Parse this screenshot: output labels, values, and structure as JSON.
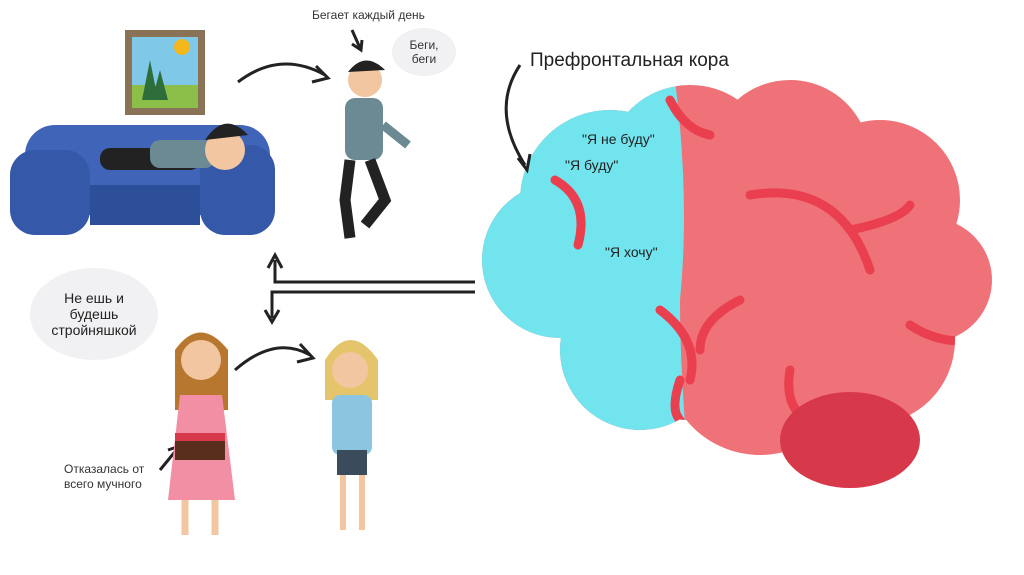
{
  "top_caption": "Бегает каждый день",
  "runner_bubble": "Беги, беги",
  "brain_title": "Префронтальная кора",
  "brain_labels": {
    "wont": "\"Я не буду\"",
    "will": "\"Я буду\"",
    "want": "\"Я хочу\""
  },
  "girl_bubble": "Не ешь и будешь стройняшкой",
  "girl_caption": "Отказалась от всего мучного",
  "colors": {
    "prefrontal": "#72e4ee",
    "brain": "#ef7278",
    "brain_dark": "#d8394a",
    "sulci": "#ea3f4f",
    "sofa": "#3f64b8"
  }
}
